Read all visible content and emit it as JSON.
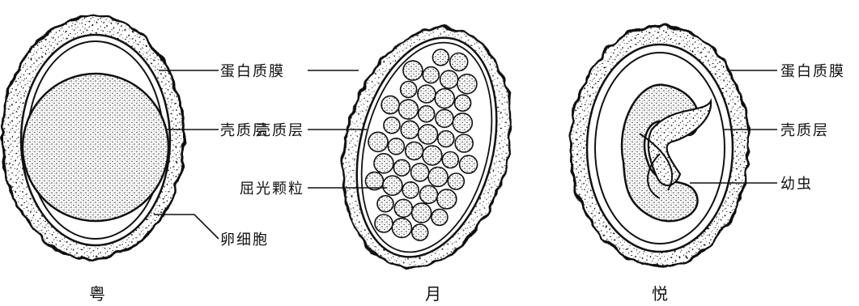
{
  "figure": {
    "eggs": [
      {
        "caption": "粤",
        "labels": [
          "蛋白质膜",
          "壳质层",
          "卵细胞"
        ]
      },
      {
        "caption": "月",
        "labels": [
          "壳质层",
          "屈光颗粒"
        ]
      },
      {
        "caption": "悦",
        "labels": [
          "蛋白质膜",
          "壳质层",
          "幼虫"
        ]
      }
    ]
  },
  "colors": {
    "ink": "#111111",
    "paper": "#ffffff"
  }
}
